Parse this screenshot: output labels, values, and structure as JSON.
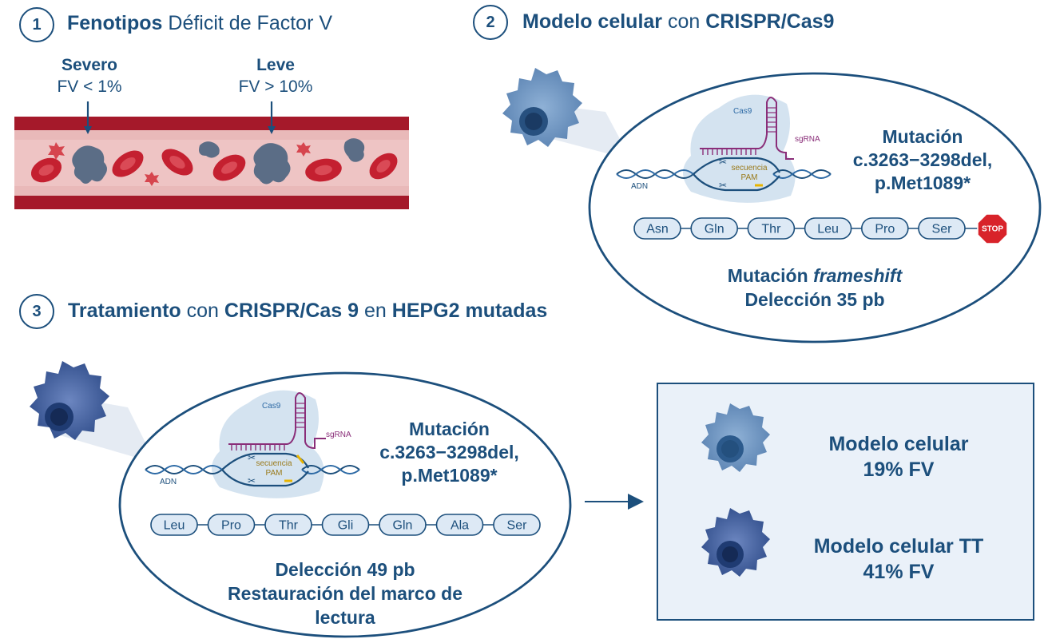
{
  "section1": {
    "number": "1",
    "title_bold": "Fenotipos",
    "title_rest": "Déficit de Factor V",
    "severe": {
      "label": "Severo",
      "value": "FV < 1%"
    },
    "mild": {
      "label": "Leve",
      "value": "FV > 10%"
    }
  },
  "section2": {
    "number": "2",
    "title_bold_a": "Modelo celular",
    "title_mid": "con",
    "title_bold_b": "CRISPR/Cas9",
    "diagram": {
      "cas9": "Cas9",
      "sgrna": "sgRNA",
      "pam_line1": "secuencia",
      "pam_line2": "PAM",
      "dna": "ADN"
    },
    "mutation_line1": "Mutación",
    "mutation_line2": "c.3263−3298del,",
    "mutation_line3": "p.Met1089*",
    "amino_acids": [
      "Asn",
      "Gln",
      "Thr",
      "Leu",
      "Pro",
      "Ser"
    ],
    "stop": "STOP",
    "frameshift_prefix": "Mutación",
    "frameshift_italic": "frameshift",
    "deletion": "Delección 35 pb"
  },
  "section3": {
    "number": "3",
    "title_bold_a": "Tratamiento",
    "title_mid_a": "con",
    "title_bold_b": "CRISPR/Cas 9",
    "title_mid_b": "en",
    "title_bold_c": "HEPG2 mutadas",
    "diagram": {
      "cas9": "Cas9",
      "sgrna": "sgRNA",
      "pam_line1": "secuencia",
      "pam_line2": "PAM",
      "dna": "ADN"
    },
    "mutation_line1": "Mutación",
    "mutation_line2": "c.3263−3298del,",
    "mutation_line3": "p.Met1089*",
    "amino_acids": [
      "Leu",
      "Pro",
      "Thr",
      "Gli",
      "Gln",
      "Ala",
      "Ser"
    ],
    "deletion": "Delección 49 pb",
    "restoration_line1": "Restauración del marco de",
    "restoration_line2": "lectura"
  },
  "results": {
    "model_label": "Modelo celular",
    "model_value": "19% FV",
    "tt_label": "Modelo celular TT",
    "tt_value": "41% FV"
  },
  "colors": {
    "primary": "#1c4f7c",
    "vessel_wall": "#a5192a",
    "vessel_inner": "#e9b9b9",
    "rbc": "#c42030",
    "cell_light": "#6b92bf",
    "cell_dark": "#3b5f9c",
    "chip_fill": "#dde9f5",
    "panel_fill": "#eaf1f9",
    "sgrna": "#8a2e79",
    "stop": "#d8232a"
  }
}
